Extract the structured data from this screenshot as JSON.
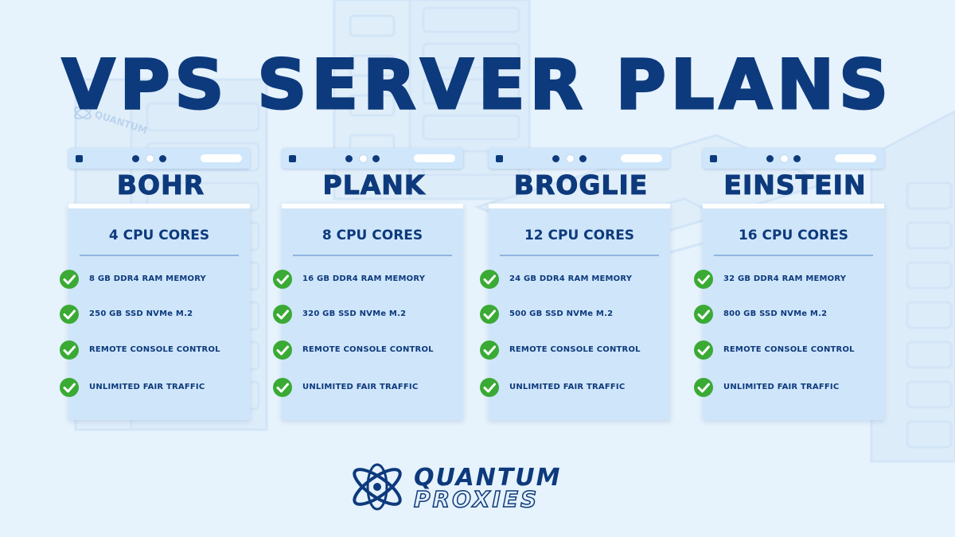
{
  "title": "VPS SERVER PLANS",
  "plans": [
    {
      "name": "BOHR",
      "cores": "4 CPU CORES",
      "features": [
        "8 GB DDR4 RAM MEMORY",
        "250 GB SSD NVMe M.2",
        "REMOTE CONSOLE CONTROL",
        "UNLIMITED FAIR TRAFFIC"
      ]
    },
    {
      "name": "PLANK",
      "cores": "8 CPU CORES",
      "features": [
        "16 GB DDR4 RAM MEMORY",
        "320 GB SSD NVMe M.2",
        "REMOTE CONSOLE CONTROL",
        "UNLIMITED FAIR TRAFFIC"
      ]
    },
    {
      "name": "BROGLIE",
      "cores": "12 CPU CORES",
      "features": [
        "24 GB DDR4 RAM MEMORY",
        "500 GB SSD NVMe M.2",
        "REMOTE CONSOLE CONTROL",
        "UNLIMITED FAIR TRAFFIC"
      ]
    },
    {
      "name": "EINSTEIN",
      "cores": "16 CPU CORES",
      "features": [
        "32 GB DDR4 RAM MEMORY",
        "800 GB SSD NVMe M.2",
        "REMOTE CONSOLE CONTROL",
        "UNLIMITED FAIR TRAFFIC"
      ]
    }
  ],
  "logo": {
    "line1": "QUANTUM",
    "line2": "PROXIES",
    "watermark": "QUANTUM"
  },
  "icons": {
    "check": "check-circle-icon",
    "logo_mark": "atom-icon"
  },
  "colors": {
    "primary": "#0d3a7c",
    "background": "#e6f2fc",
    "card": "#cfe5fa",
    "check": "#3aaa35"
  }
}
